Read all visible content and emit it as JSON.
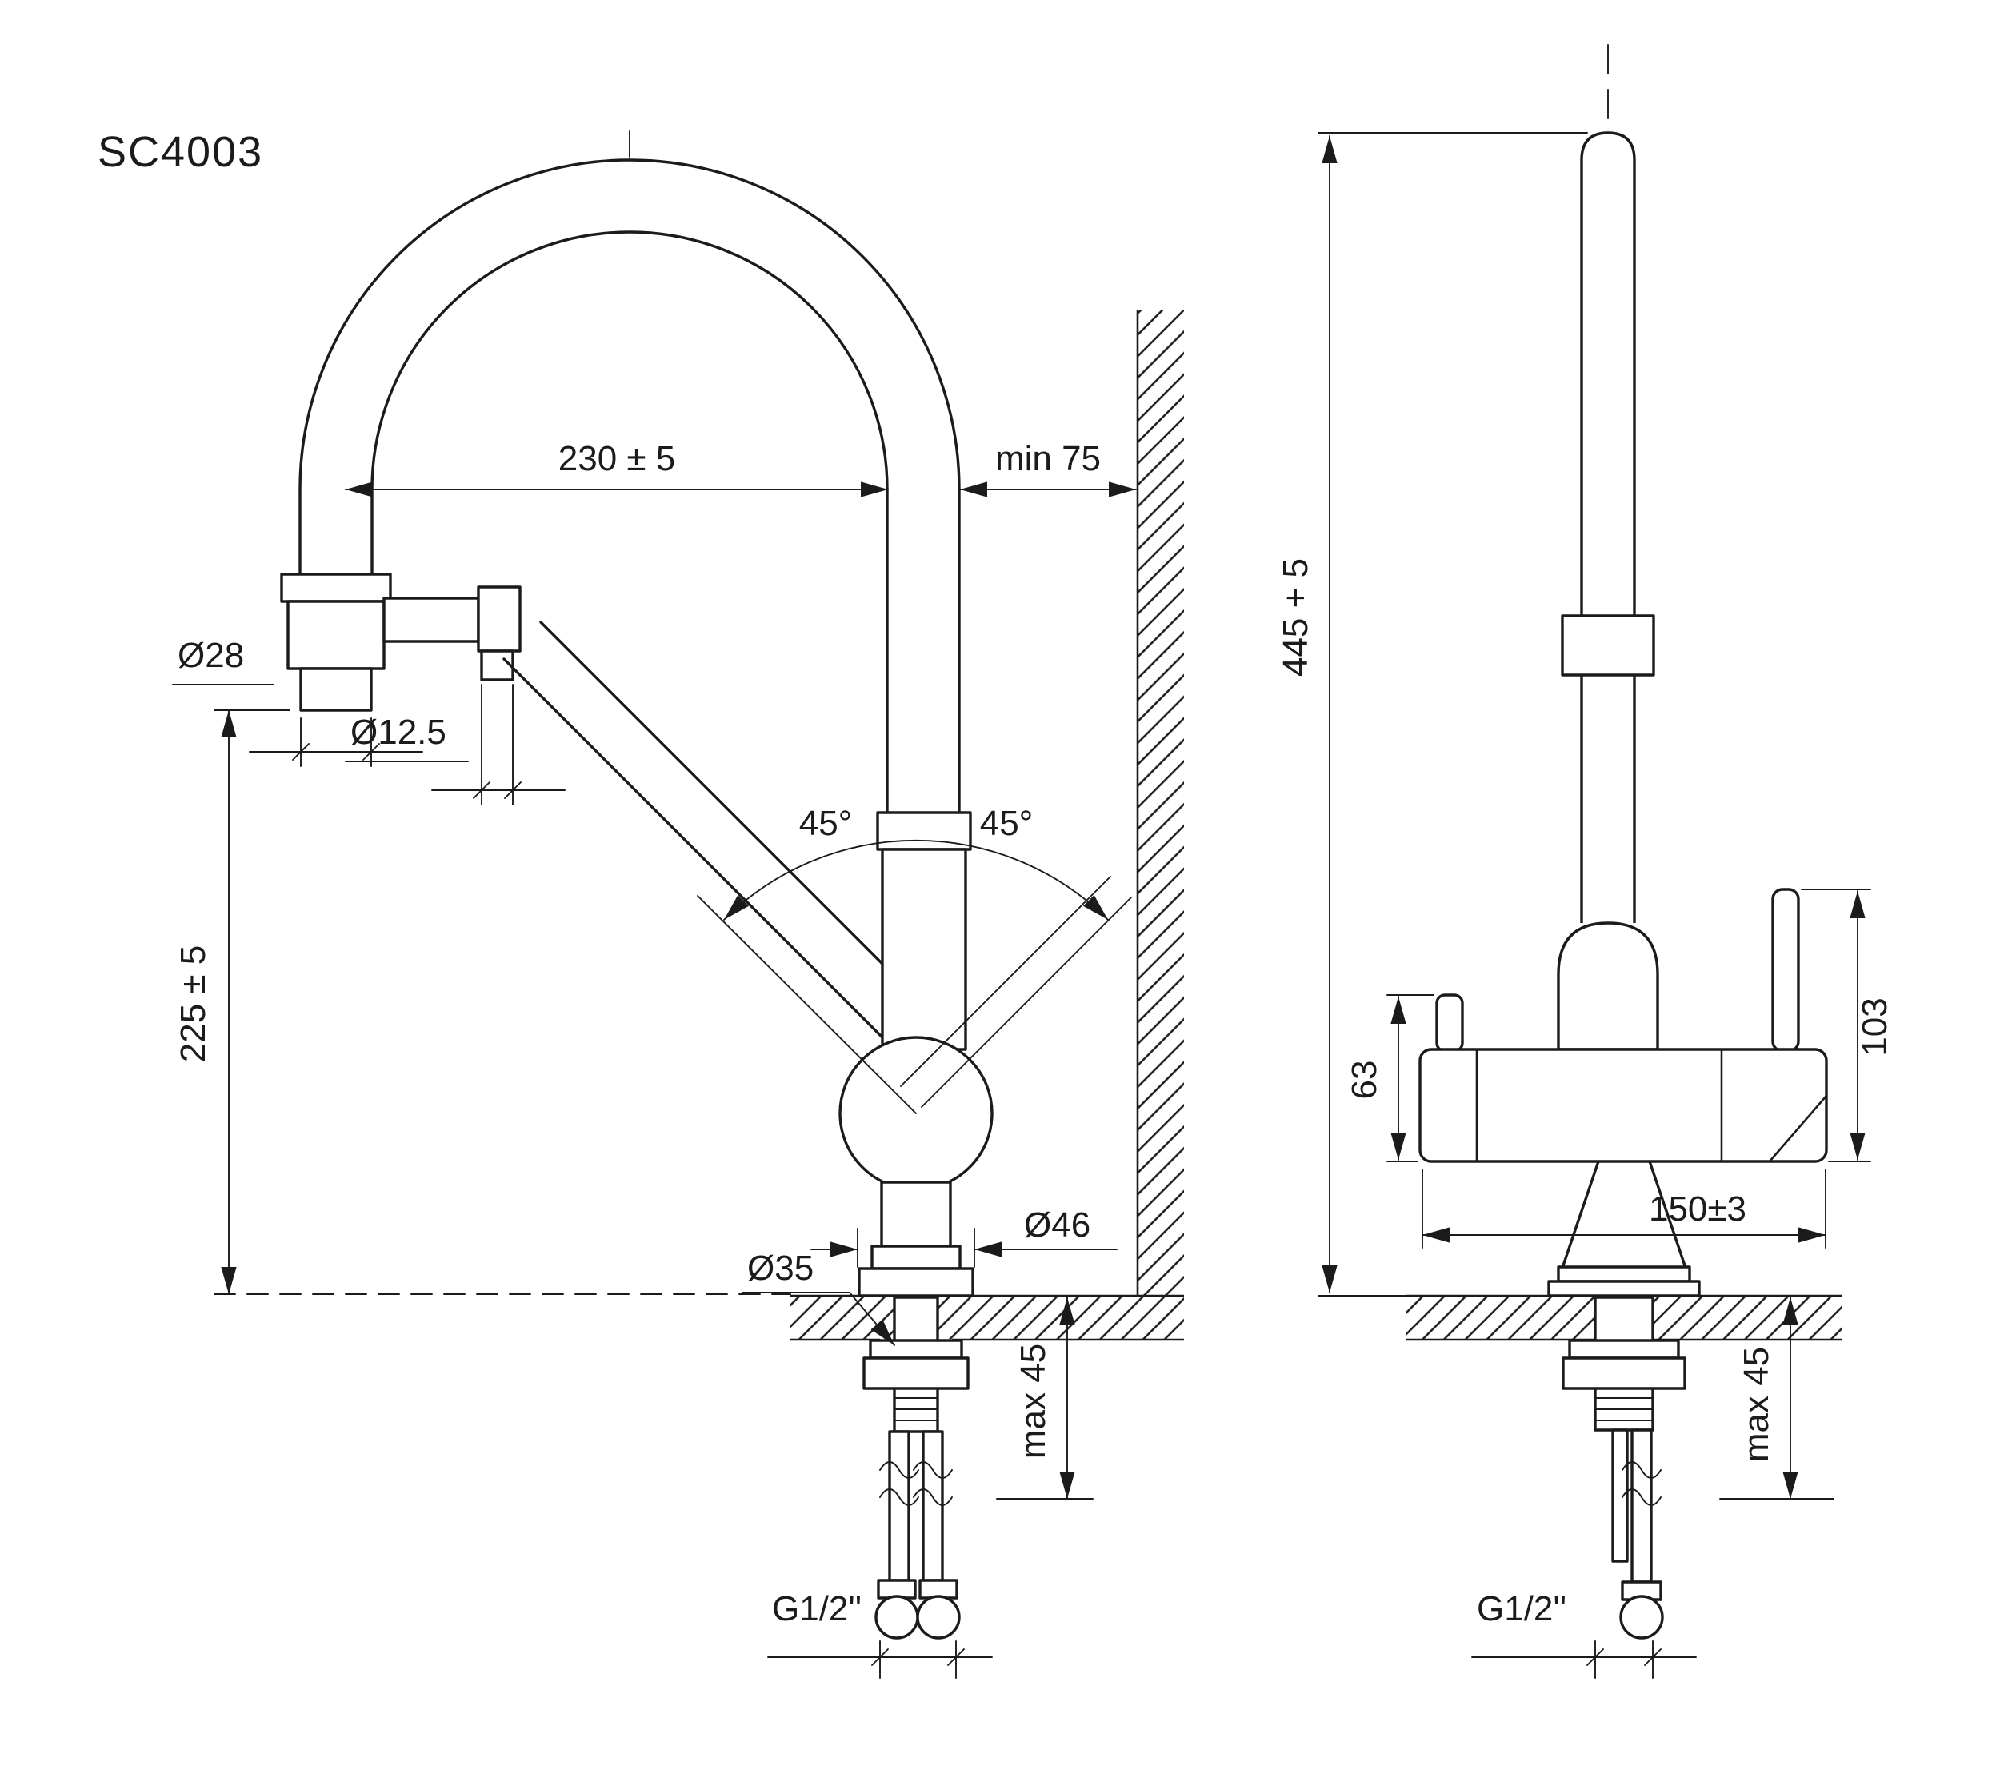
{
  "drawing": {
    "model": "SC4003",
    "front": {
      "reach": "230 ± 5",
      "min_wall": "min 75",
      "spray_head_dia": "Ø28",
      "spout_dia": "Ø12.5",
      "angle_left": "45°",
      "angle_right": "45°",
      "spout_height": "225 ± 5",
      "body_dia": "Ø46",
      "hole_dia": "Ø35",
      "max_counter": "max 45",
      "thread": "G1/2''"
    },
    "side": {
      "total_height": "445 + 5",
      "body_height": "63",
      "lever_height": "103",
      "body_length": "150±3",
      "max_counter": "max 45",
      "thread": "G1/2''"
    }
  }
}
